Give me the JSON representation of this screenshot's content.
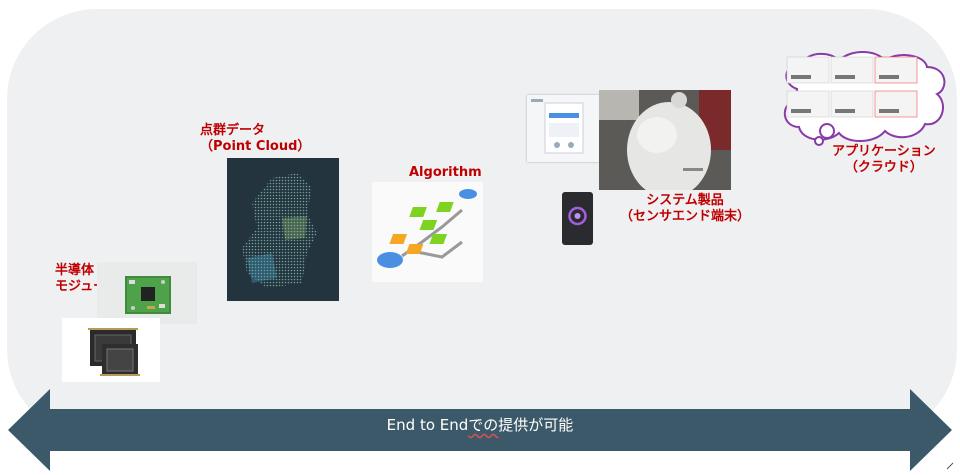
{
  "labels": {
    "semiconductor_line1": "半導体",
    "semiconductor_line2": "モジュール",
    "point_cloud_line1": "点群データ",
    "point_cloud_line2": "（Point Cloud）",
    "algorithm": "Algorithm",
    "system_line1": "システム製品",
    "system_line2": "（センサエンド端末）",
    "application_line1": "アプリケーション",
    "application_line2": "（クラウド）"
  },
  "arrow": {
    "text_prefix": "End to End",
    "text_underlined": "での",
    "text_suffix": "提供が可能"
  },
  "colors": {
    "label_red": "#c00000",
    "arrow_fill": "#3b5968",
    "panel_bg": "#eef0f2",
    "cloud_outline": "#8a3aa8",
    "flow_green": "#7ed321",
    "flow_orange": "#f5a623",
    "flow_blue": "#4a90e2"
  }
}
